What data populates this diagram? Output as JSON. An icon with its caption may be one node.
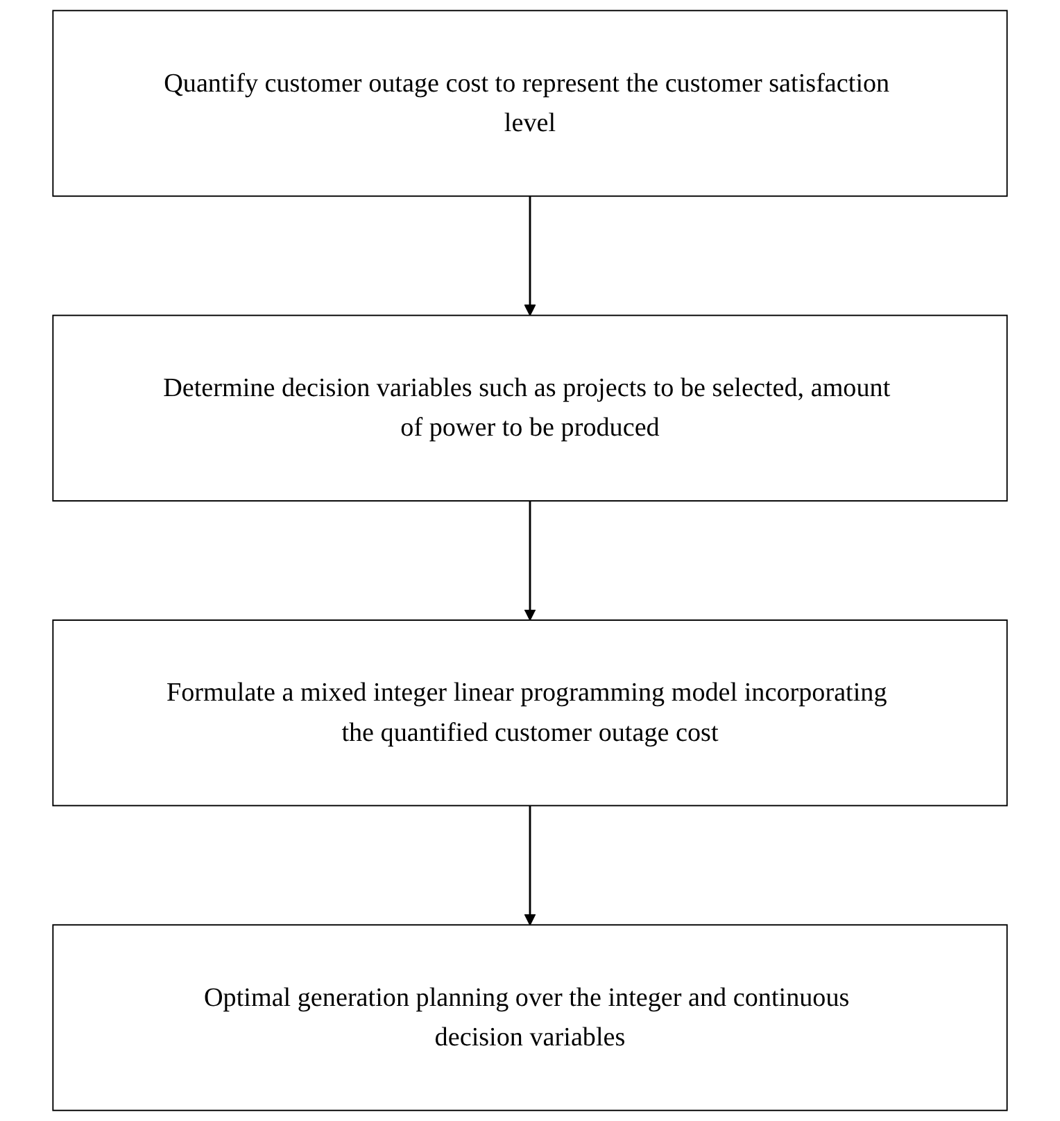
{
  "diagram": {
    "nodes": [
      {
        "text": [
          "Quantify customer outage cost to represent the customer satisfaction level"
        ]
      },
      {
        "text": [
          "Determine decision variables such as projects to be selected, amount of power to be produced"
        ]
      },
      {
        "text": [
          "Formulate a mixed integer linear programming model incorporating the quantified customer outage cost"
        ]
      },
      {
        "text": [
          "Optimal generation planning over the integer and continuous decision variables"
        ]
      }
    ],
    "edges": [
      {
        "from": 0,
        "to": 1,
        "arrow": "to"
      },
      {
        "from": 1,
        "to": 2,
        "arrow": "to"
      },
      {
        "from": 2,
        "to": 3,
        "arrow": "to"
      }
    ]
  }
}
